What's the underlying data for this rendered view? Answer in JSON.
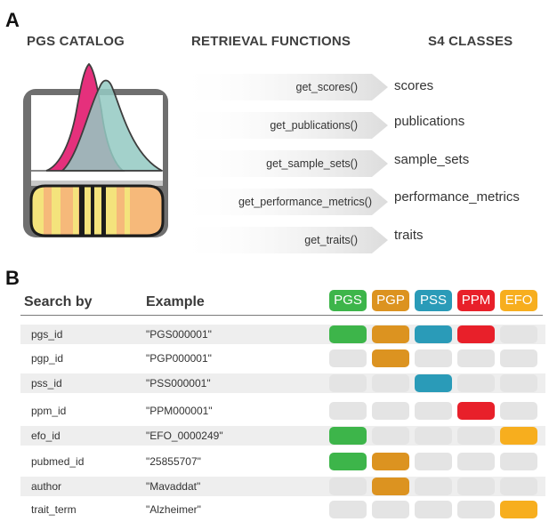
{
  "panel_a": {
    "letter": "A",
    "headers": {
      "catalog": "PGS CATALOG",
      "functions": "RETRIEVAL FUNCTIONS",
      "classes": "S4 CLASSES"
    },
    "mappings": [
      {
        "function": "get_scores()",
        "class": "scores"
      },
      {
        "function": "get_publications()",
        "class": "publications"
      },
      {
        "function": "get_sample_sets()",
        "class": "sample_sets"
      },
      {
        "function": "get_performance_metrics()",
        "class": "performance_metrics"
      },
      {
        "function": "get_traits()",
        "class": "traits"
      }
    ]
  },
  "panel_b": {
    "letter": "B",
    "headers": {
      "search_by": "Search by",
      "example": "Example"
    },
    "categories": [
      {
        "label": "PGS",
        "color": "#3db54a"
      },
      {
        "label": "PGP",
        "color": "#dc9320"
      },
      {
        "label": "PSS",
        "color": "#2a9bb8"
      },
      {
        "label": "PPM",
        "color": "#e8202a"
      },
      {
        "label": "EFO",
        "color": "#f7ae1e"
      }
    ],
    "empty_color": "#e4e4e4",
    "rows": [
      {
        "search_by": "pgs_id",
        "example": "\"PGS000001\"",
        "matches": [
          1,
          1,
          1,
          1,
          0
        ]
      },
      {
        "search_by": "pgp_id",
        "example": "\"PGP000001\"",
        "matches": [
          0,
          1,
          0,
          0,
          0
        ]
      },
      {
        "search_by": "pss_id",
        "example": "\"PSS000001\"",
        "matches": [
          0,
          0,
          1,
          0,
          0
        ]
      },
      {
        "search_by": "ppm_id",
        "example": "\"PPM000001\"",
        "matches": [
          0,
          0,
          0,
          1,
          0
        ]
      },
      {
        "search_by": "efo_id",
        "example": "\"EFO_0000249\"",
        "matches": [
          1,
          0,
          0,
          0,
          1
        ]
      },
      {
        "search_by": "pubmed_id",
        "example": "\"25855707\"",
        "matches": [
          1,
          1,
          0,
          0,
          0
        ]
      },
      {
        "search_by": "author",
        "example": "\"Mavaddat\"",
        "matches": [
          0,
          1,
          0,
          0,
          0
        ]
      },
      {
        "search_by": "trait_term",
        "example": "\"Alzheimer\"",
        "matches": [
          0,
          0,
          0,
          0,
          1
        ]
      }
    ]
  }
}
